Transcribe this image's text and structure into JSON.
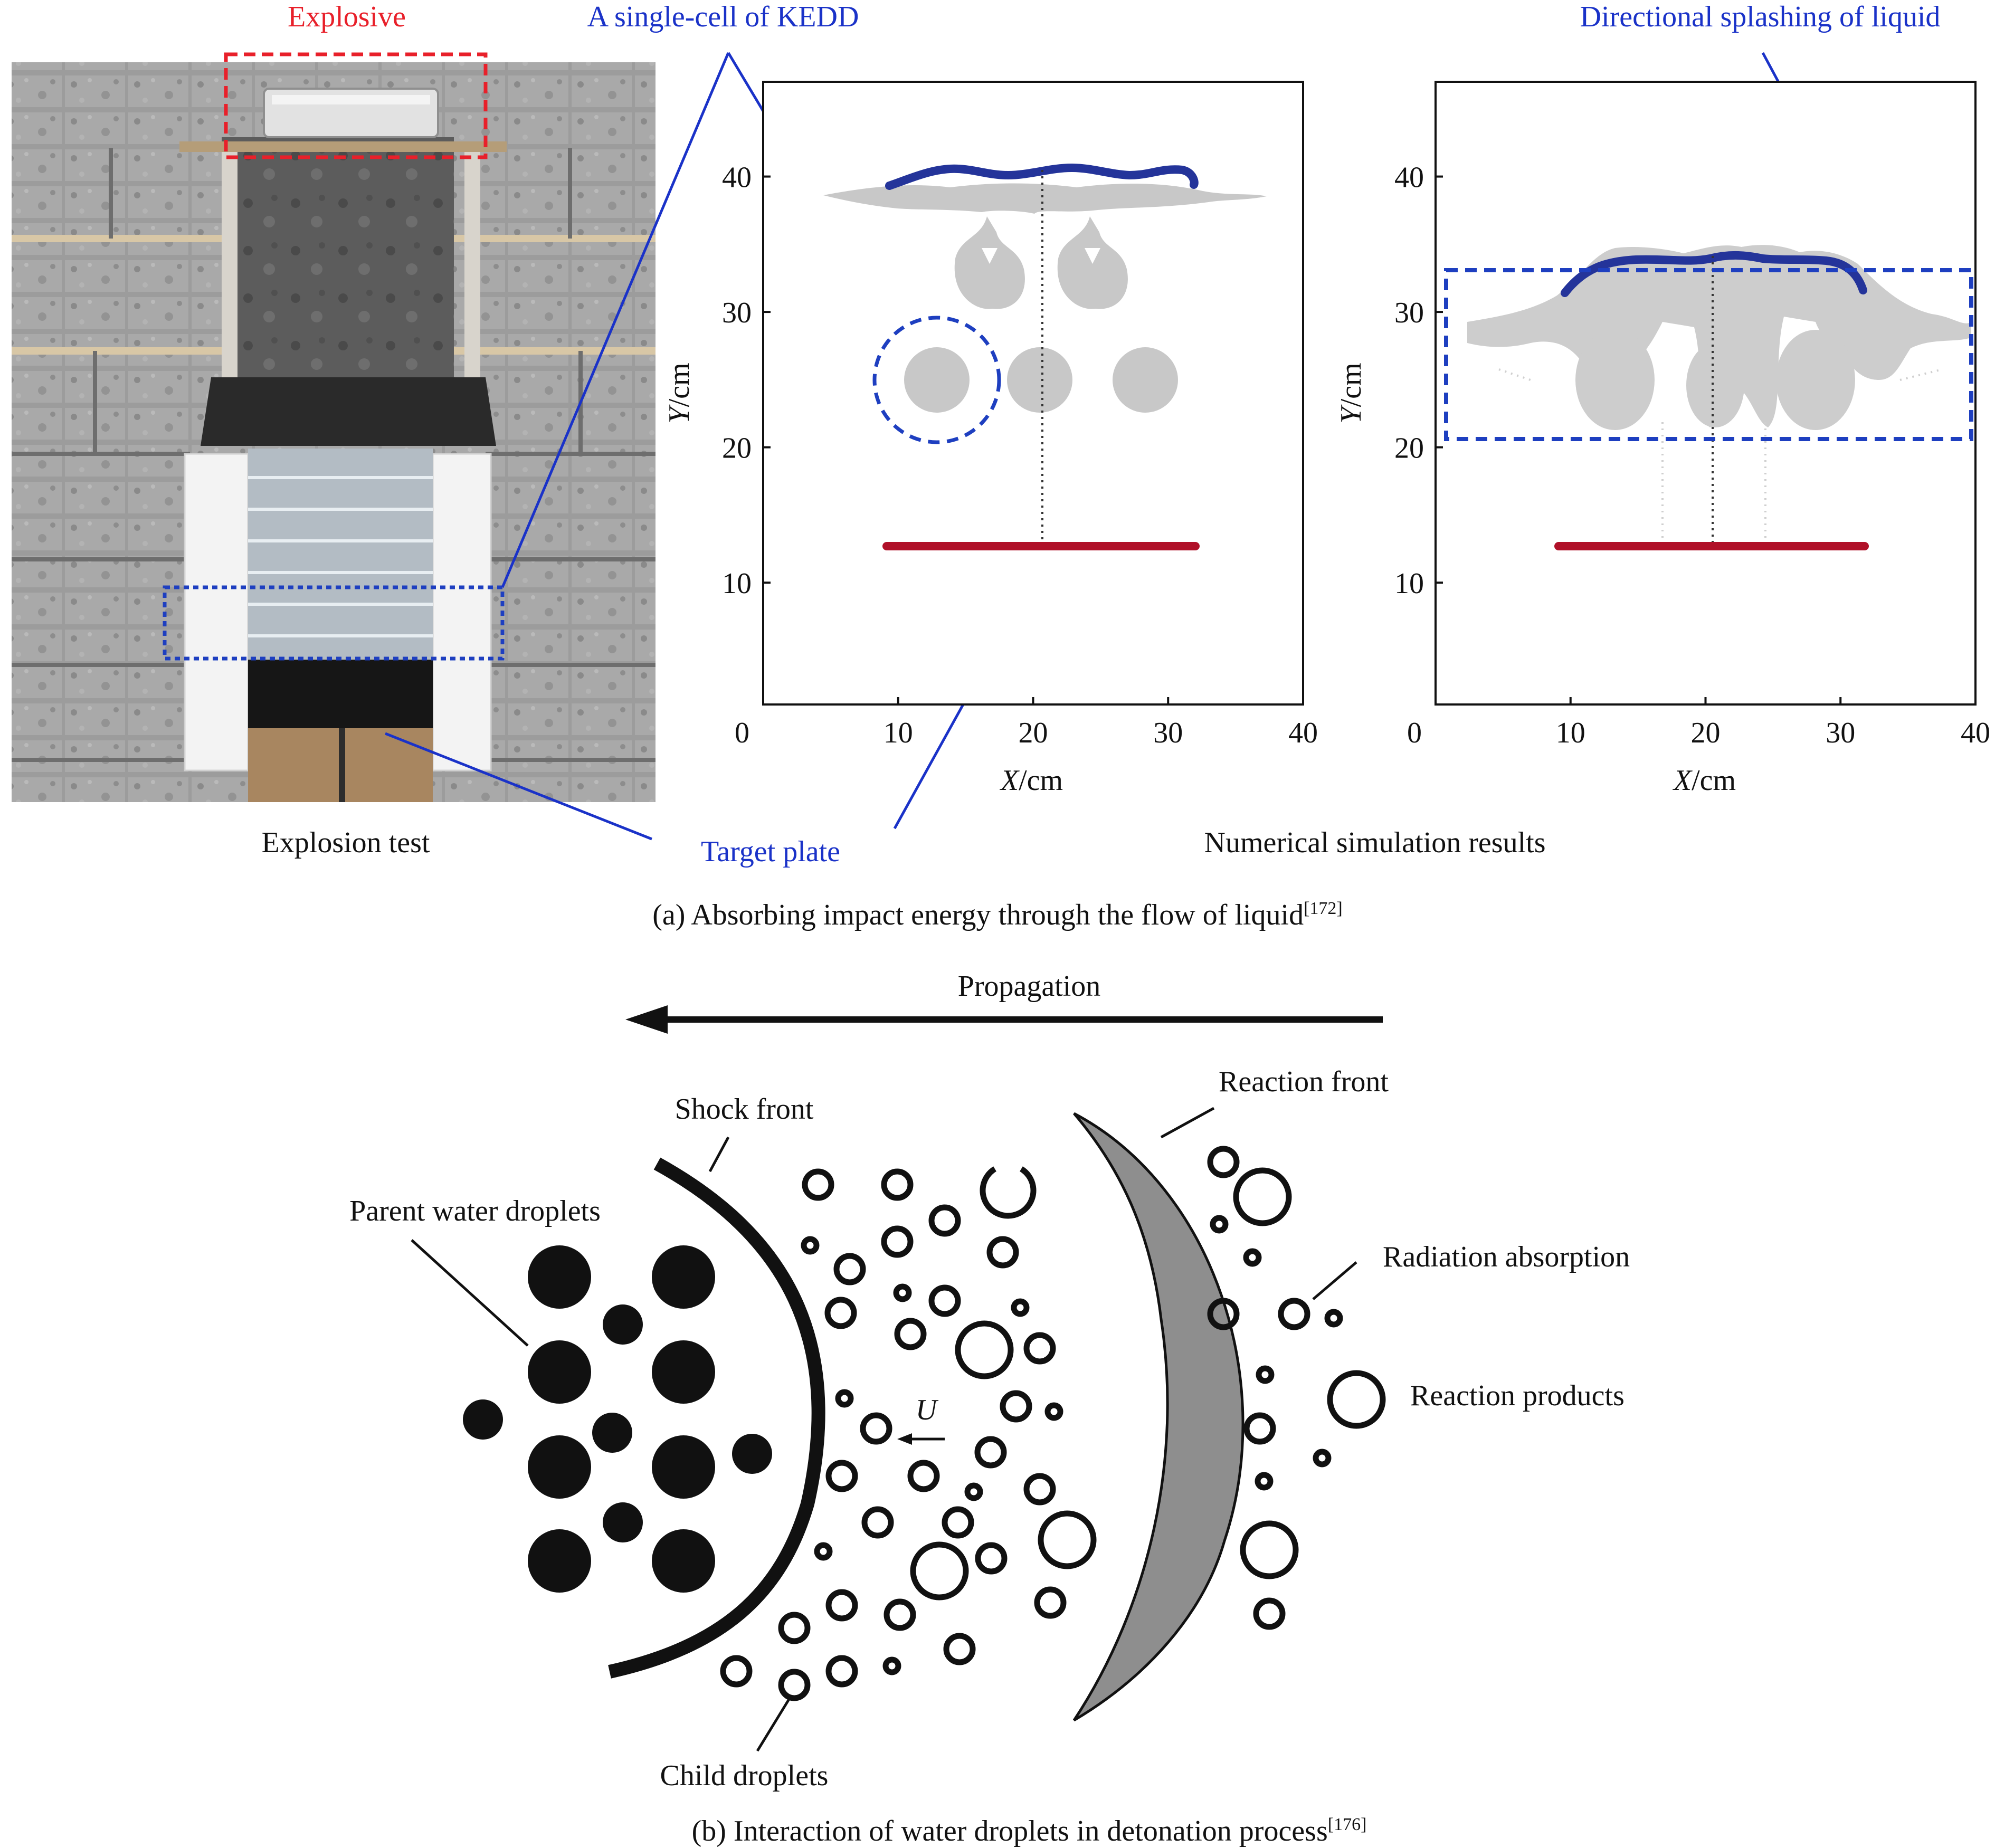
{
  "panel_a": {
    "photo": {
      "label_explosive": "Explosive",
      "label_cell": "A single-cell of KEDD",
      "label_target": "Target plate",
      "caption": "Explosion test"
    },
    "sim": {
      "label_splash": "Directional splashing of liquid",
      "caption": "Numerical simulation results",
      "xlabel_var": "X",
      "xlabel_unit": "/cm",
      "ylabel_var": "Y",
      "ylabel_unit": "/cm",
      "x_ticks": [
        "0",
        "10",
        "20",
        "30",
        "40"
      ],
      "y_ticks": [
        "10",
        "20",
        "30",
        "40"
      ],
      "xlim": [
        0,
        40
      ],
      "ylim": [
        1,
        47
      ]
    },
    "caption": "(a) Absorbing impact energy through the flow of liquid",
    "caption_ref": "[172]"
  },
  "panel_b": {
    "label_propagation": "Propagation",
    "label_shock": "Shock front",
    "label_reaction_front": "Reaction front",
    "label_parent": "Parent water droplets",
    "label_radiation": "Radiation absorption",
    "label_products": "Reaction products",
    "label_child": "Child droplets",
    "label_u": "U",
    "caption": "(b) Interaction of water droplets in detonation process",
    "caption_ref": "[176]"
  },
  "colors": {
    "red_label": "#e8202a",
    "blue_label": "#1a32c8",
    "blue_dashed": "#1e3fc0",
    "target_plate": "#b01028",
    "blue_splash": "#24349a",
    "liquid_gray": "#c8c8c8",
    "reaction_front_fill": "#8e8e8e"
  }
}
